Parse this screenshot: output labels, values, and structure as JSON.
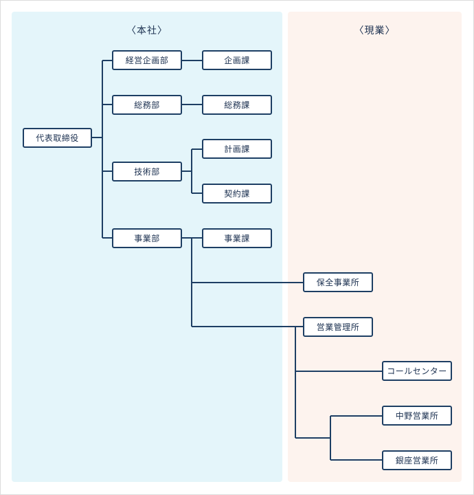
{
  "headings": {
    "left": "〈本社〉",
    "right": "〈現業〉"
  },
  "nodes": {
    "ceo": "代表取締役",
    "planning_dept": "経営企画部",
    "planning_sec": "企画課",
    "general_dept": "総務部",
    "general_sec": "総務課",
    "tech_dept": "技術部",
    "keikaku_sec": "計画課",
    "contract_sec": "契約課",
    "business_dept": "事業部",
    "business_sec": "事業課",
    "maintenance_office": "保全事業所",
    "sales_mgmt": "営業管理所",
    "call_center": "コールセンター",
    "nakano_office": "中野営業所",
    "ginza_office": "銀座営業所"
  },
  "colors": {
    "line": "#1d3e63",
    "left_panel": "#e4f5fa",
    "right_panel": "#fdf3ee"
  }
}
